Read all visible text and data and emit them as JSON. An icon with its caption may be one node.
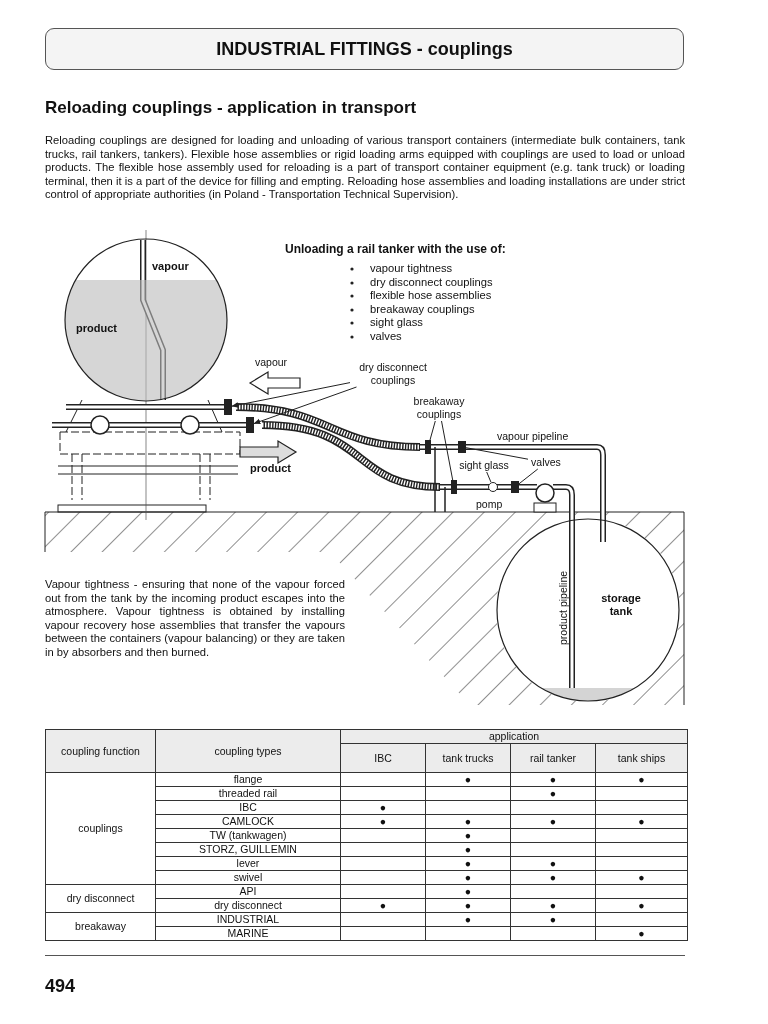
{
  "diagram": {
    "title": "INDUSTRIAL FITTINGS - couplings",
    "nodes": [
      {
        "text": [
          "vapour",
          "product"
        ]
      },
      {
        "text": [
          "dry disconnect couplings"
        ]
      },
      {
        "text": [],
        "shape": "box"
      },
      {
        "text": [],
        "shape": "box"
      },
      {
        "text": [
          "breakaway couplings"
        ]
      },
      {
        "text": [],
        "shape": "box"
      },
      {
        "text": [],
        "shape": "box"
      },
      {
        "text": [
          "sight glass"
        ]
      },
      {
        "text": [],
        "shape": "circle"
      },
      {
        "text": [
          "valves"
        ]
      },
      {
        "text": [],
        "shape": "box"
      },
      {
        "text": [],
        "shape": "box"
      },
      {
        "text": [
          "storage tank"
        ]
      }
    ],
    "edges": [
      {
        "from": 1,
        "to": 2,
        "arrow": "to"
      },
      {
        "from": 1,
        "to": 3,
        "arrow": "to"
      },
      {
        "from": 4,
        "to": 5,
        "arrow": "none"
      },
      {
        "from": 4,
        "to": 6,
        "arrow": "none"
      },
      {
        "from": 7,
        "to": 8,
        "arrow": "none"
      },
      {
        "from": 9,
        "to": 10,
        "arrow": "none"
      },
      {
        "from": 9,
        "to": 11,
        "arrow": "none"
      }
    ],
    "labels": [
      "Reloading couplings - application in transport",
      "Reloading couplings are designed for loading and unloading of various transport containers (intermediate bulk containers, tank trucks, rail tankers, tankers). Flexible hose assemblies or rigid loading arms equipped with couplings are used to load or unload products. The flexible hose assembly used for reloading is a part of transport container equipment (e.g. tank truck) or loading terminal, then it is a part of the device for filling and empting. Reloading hose assemblies and loading installations are under strict control of appropriate authorities (in Poland - Transportation Technical Supervision).",
      "Unloading a rail tanker with the use of:",
      "vapour tightness",
      "dry disconnect couplings",
      "flexible hose assemblies",
      "breakaway couplings",
      "sight glass",
      "valves",
      "vapour",
      "product",
      "vapour pipeline",
      "pomp",
      "Vapour tightness - ensuring that none of the vapour forced out from the tank by the incoming product escapes into the atmosphere. Vapour tightness is obtained by installing vapour recovery hose assemblies that transfer the vapours between the containers (vapour balancing) or they are taken in by absorbers and then burned.",
      "product pipeline",
      "coupling function",
      "coupling types",
      "application",
      "IBC",
      "tank trucks",
      "rail tanker",
      "tank ships",
      "couplings",
      "flange",
      "●",
      "●",
      "●",
      "threaded rail",
      "●",
      "IBC",
      "●",
      "CAMLOCK",
      "●",
      "●",
      "●",
      "●",
      "TW (tankwagen)",
      "●",
      "STORZ, GUILLEMIN",
      "●",
      "lever",
      "●",
      "●",
      "swivel",
      "●",
      "●",
      "●",
      "dry disconnect",
      "API",
      "●",
      "dry disconnect",
      "●",
      "●",
      "●",
      "●",
      "breakaway",
      "INDUSTRIAL",
      "●",
      "●",
      "MARINE",
      "●",
      "494"
    ]
  }
}
